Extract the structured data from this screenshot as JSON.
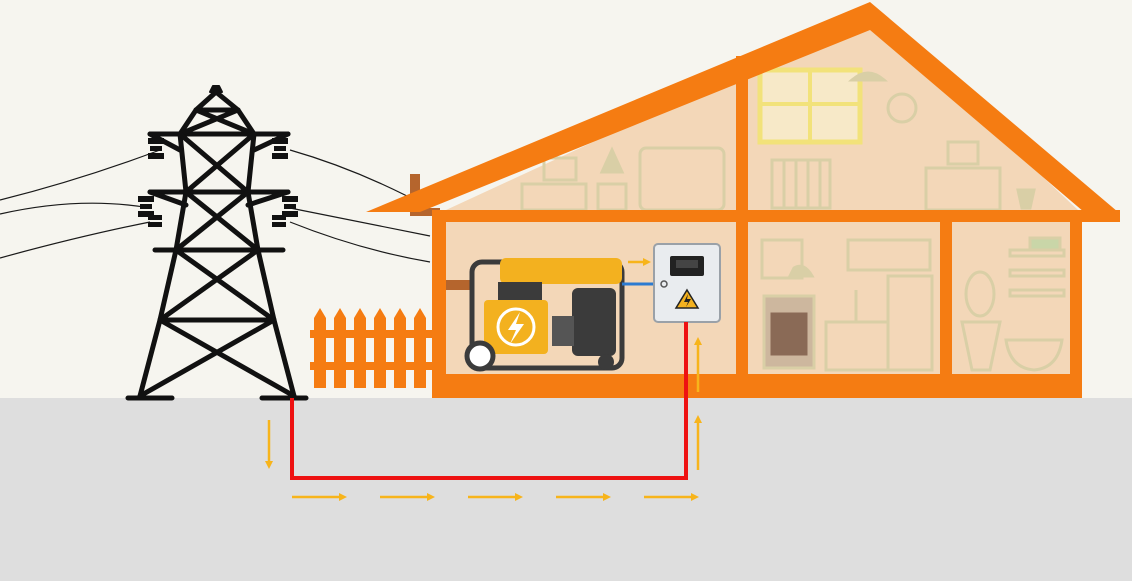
{
  "colors": {
    "sky": "#f6f5ef",
    "ground": "#dedede",
    "house_frame": "#f57c12",
    "house_interior": "#f3d7b8",
    "furniture": "#d9cfa6",
    "tower": "#111111",
    "cable": "#ee1111",
    "arrow": "#f7b41b",
    "generator_body": "#f3b11f",
    "generator_dark": "#3b3b3b",
    "chimney": "#b5652d",
    "panel": "#e9ecef"
  },
  "icons": {
    "generator_symbol": "lightning-bolt-icon",
    "panel_symbol": "high-voltage-warning-icon"
  },
  "flow": {
    "underground_arrows": 5,
    "descending_arrows": 1,
    "ascending_arrows": 2,
    "generator_to_panel_arrows": 1
  }
}
